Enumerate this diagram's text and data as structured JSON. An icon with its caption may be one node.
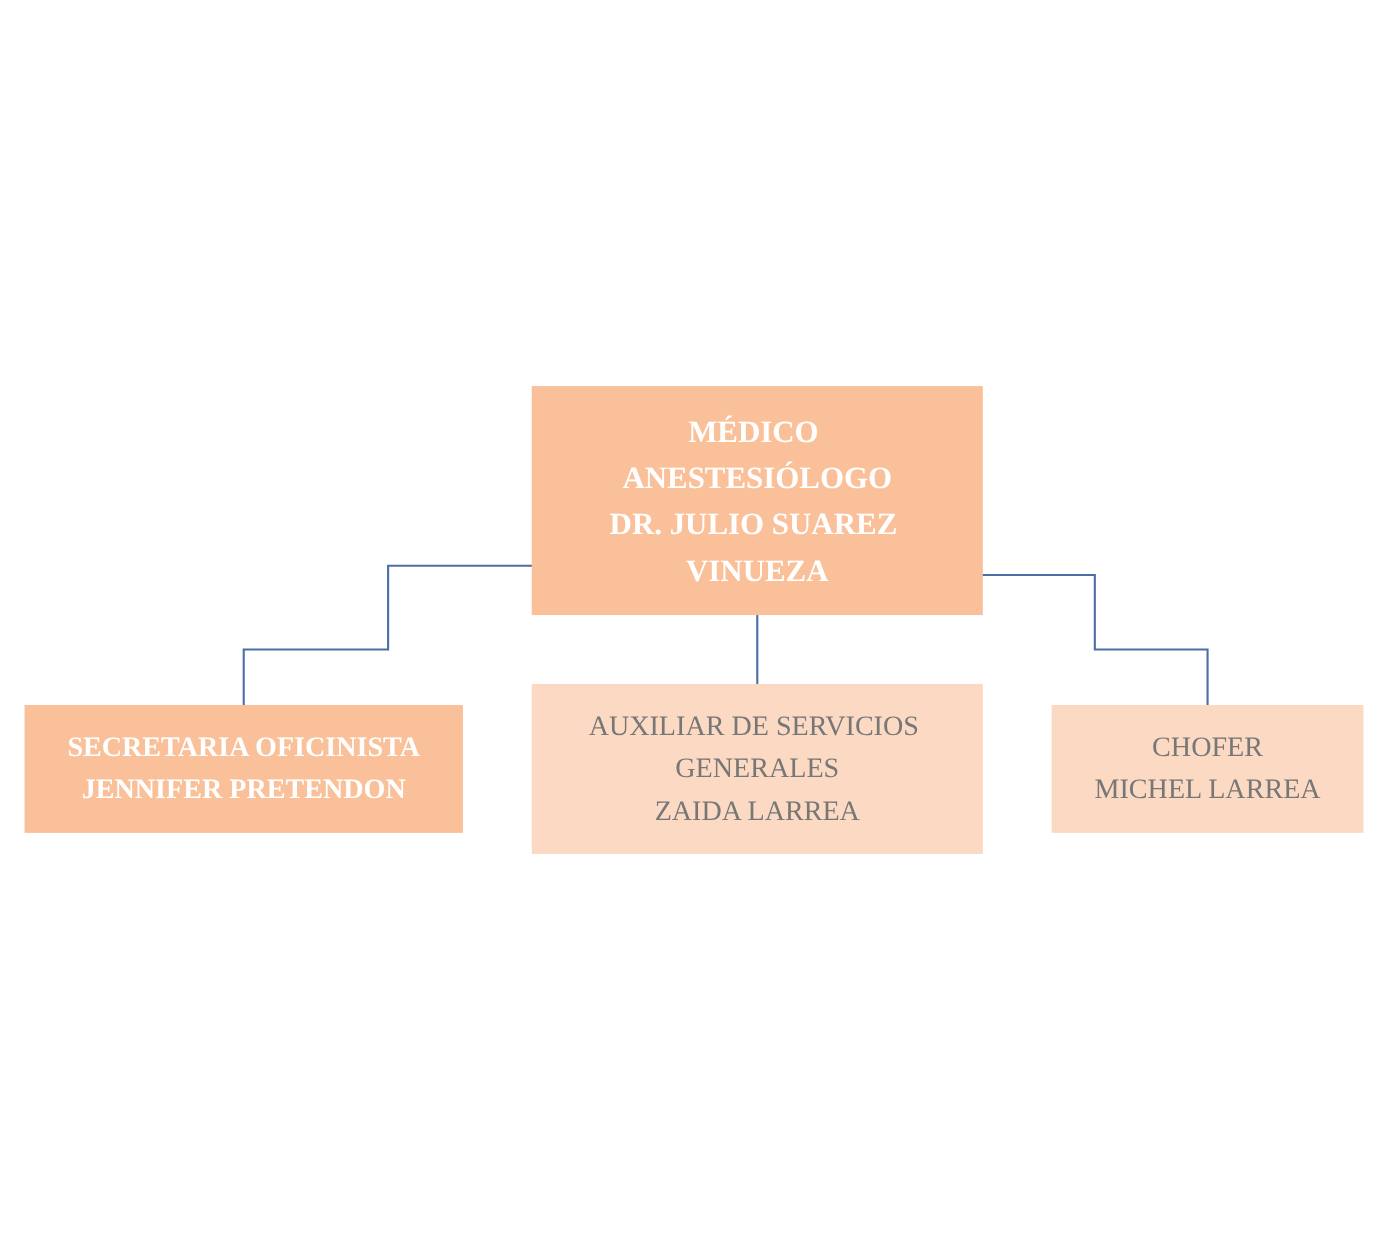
{
  "diagram": {
    "nodes": [
      {
        "text": [
          "MÉDICO ANESTESIÓLOGO",
          "DR. JULIO SUAREZ VINUEZA"
        ]
      },
      {
        "text": [
          "SECRETARIA OFICINISTA",
          "JENNIFER PRETENDON"
        ]
      },
      {
        "text": [
          "AUXILIAR DE SERVICIOS GENERALES",
          "ZAIDA LARREA"
        ]
      },
      {
        "text": [
          "CHOFER",
          "MICHEL LARREA"
        ]
      }
    ],
    "edges": [
      {
        "from": 0,
        "to": 1,
        "arrow": "none"
      },
      {
        "from": 0,
        "to": 2,
        "arrow": "none"
      },
      {
        "from": 0,
        "to": 3,
        "arrow": "none"
      }
    ]
  }
}
